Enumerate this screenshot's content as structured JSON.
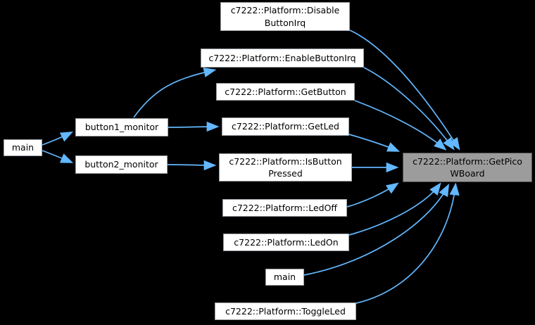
{
  "diagram": {
    "type": "doxygen-caller-graph",
    "background_color": "#000000",
    "edge_color": "#63b8ff",
    "node_fill_color": "#ffffff",
    "node_border_color": "#9aa0a6",
    "highlight_fill_color": "#9c9c9c",
    "highlight_border_color": "#4d4d4d",
    "text_color": "#000000"
  },
  "nodes": {
    "main_left": {
      "label": "main"
    },
    "button1_monitor": {
      "label": "button1_monitor"
    },
    "button2_monitor": {
      "label": "button2_monitor"
    },
    "disable_button_irq": {
      "lines": [
        "c7222::Platform::Disable",
        "ButtonIrq"
      ]
    },
    "enable_button_irq": {
      "label": "c7222::Platform::EnableButtonIrq"
    },
    "get_button": {
      "label": "c7222::Platform::GetButton"
    },
    "get_led": {
      "label": "c7222::Platform::GetLed"
    },
    "is_button_pressed": {
      "lines": [
        "c7222::Platform::IsButton",
        "Pressed"
      ]
    },
    "led_off": {
      "label": "c7222::Platform::LedOff"
    },
    "led_on": {
      "label": "c7222::Platform::LedOn"
    },
    "main_mid": {
      "label": "main"
    },
    "toggle_led": {
      "label": "c7222::Platform::ToggleLed"
    },
    "get_pico_w_board": {
      "lines": [
        "c7222::Platform::GetPico",
        "WBoard"
      ]
    }
  },
  "edges": [
    {
      "from": "main_left",
      "to": "button1_monitor"
    },
    {
      "from": "main_left",
      "to": "button2_monitor"
    },
    {
      "from": "button1_monitor",
      "to": "enable_button_irq"
    },
    {
      "from": "button1_monitor",
      "to": "get_led"
    },
    {
      "from": "button2_monitor",
      "to": "is_button_pressed"
    },
    {
      "from": "disable_button_irq",
      "to": "get_pico_w_board"
    },
    {
      "from": "enable_button_irq",
      "to": "get_pico_w_board"
    },
    {
      "from": "get_button",
      "to": "get_pico_w_board"
    },
    {
      "from": "get_led",
      "to": "get_pico_w_board"
    },
    {
      "from": "is_button_pressed",
      "to": "get_pico_w_board"
    },
    {
      "from": "led_off",
      "to": "get_pico_w_board"
    },
    {
      "from": "led_on",
      "to": "get_pico_w_board"
    },
    {
      "from": "main_mid",
      "to": "get_pico_w_board"
    },
    {
      "from": "toggle_led",
      "to": "get_pico_w_board"
    }
  ]
}
